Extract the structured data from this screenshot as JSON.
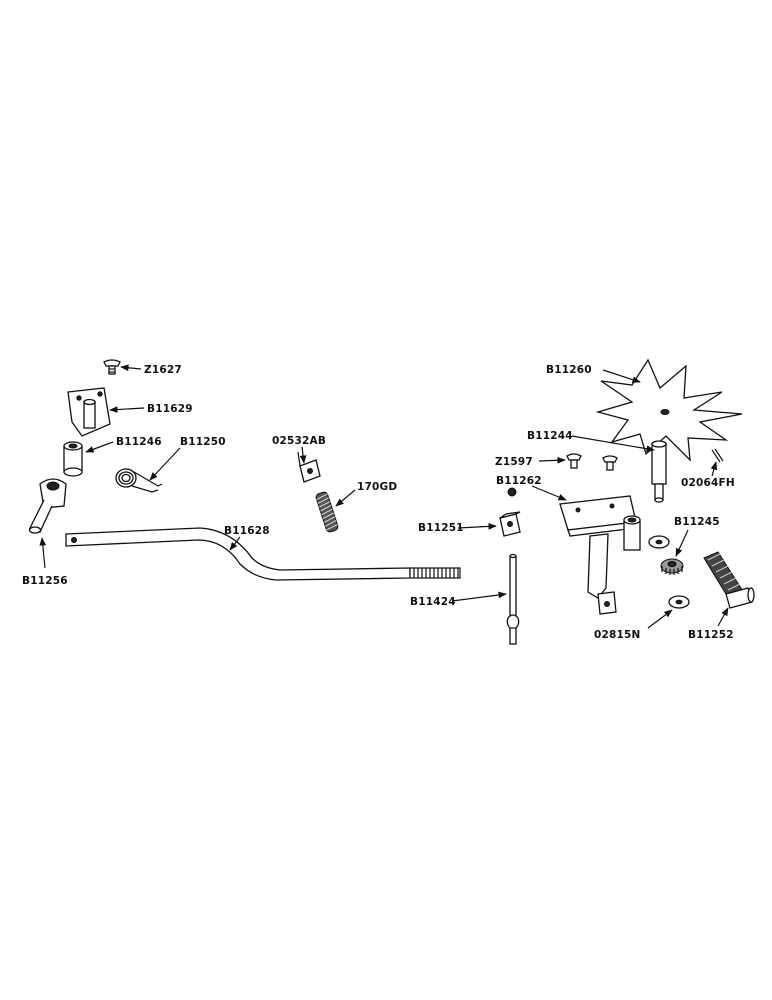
{
  "labels": {
    "z1627": "Z1627",
    "b11629": "B11629",
    "b11246": "B11246",
    "b11250": "B11250",
    "b11256": "B11256",
    "b11628": "B11628",
    "o2532ab": "02532AB",
    "g170": "170GD",
    "b11251": "B11251",
    "b11424": "B11424",
    "b11260": "B11260",
    "b11244": "B11244",
    "z1597": "Z1597",
    "b11262": "B11262",
    "o2064fh": "02064FH",
    "b11245": "B11245",
    "o2815n": "02815N",
    "b11252": "B11252"
  }
}
